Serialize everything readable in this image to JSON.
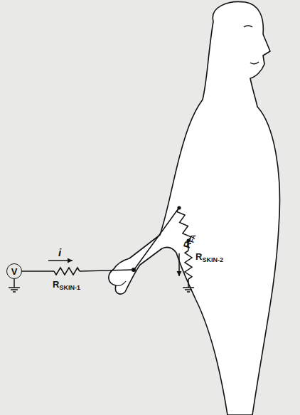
{
  "diagram": {
    "nodes": [
      {
        "text": [
          "V"
        ]
      }
    ],
    "labels": [
      "i",
      "R",
      "SKIN-1",
      "R",
      "FA",
      "R",
      "SKIN-2"
    ]
  }
}
